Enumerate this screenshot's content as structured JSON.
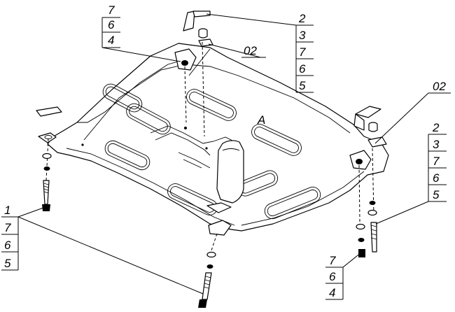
{
  "callouts": {
    "top_left_stack": [
      "7",
      "6",
      "4"
    ],
    "top_center_stack": [
      "2",
      "3",
      "7",
      "6",
      "5"
    ],
    "top_center_ref": "02",
    "right_ref": "02",
    "right_stack": [
      "2",
      "3",
      "7",
      "6",
      "5"
    ],
    "bottom_right_stack": [
      "7",
      "6",
      "4"
    ],
    "left_stack": [
      "1",
      "7",
      "6",
      "5"
    ],
    "plate_mark": "A"
  }
}
